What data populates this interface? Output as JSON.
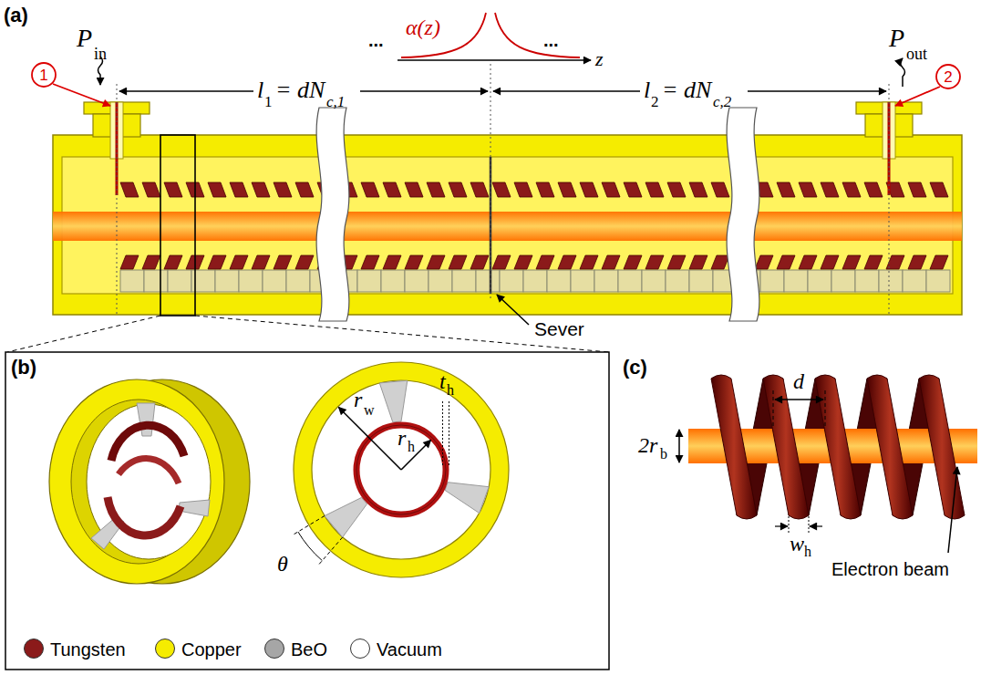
{
  "diagram": {
    "labels": [
      "(a)",
      "P",
      "in",
      "1",
      "α(z)",
      "...",
      "...",
      "z",
      "l",
      "1",
      "= dN",
      "c,1",
      "l",
      "2",
      "= dN",
      "c,2",
      "P",
      "out",
      "2",
      "Sever",
      "(b)",
      "r",
      "w",
      "r",
      "h",
      "t",
      "h",
      "θ",
      "(c)",
      "d",
      "2r",
      "b",
      "w",
      "h",
      "Electron beam"
    ],
    "legend": [
      {
        "text": "Tungsten",
        "color": "#8b1a1a"
      },
      {
        "text": "Copper",
        "color": "#f5ec00"
      },
      {
        "text": "BeO",
        "color": "#a6a6a6"
      },
      {
        "text": "Vacuum",
        "color": "#ffffff"
      }
    ]
  }
}
